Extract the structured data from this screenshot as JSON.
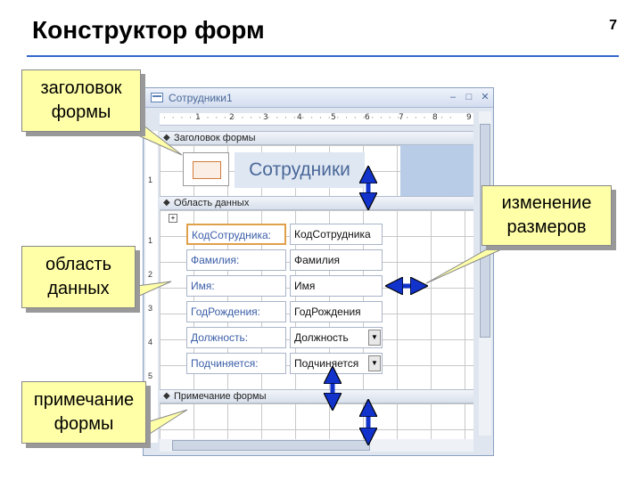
{
  "slide": {
    "title": "Конструктор форм",
    "page_number": "7"
  },
  "window": {
    "title": "Сотрудники1",
    "minimize": "–",
    "maximize": "□",
    "close": "✕"
  },
  "ruler": {
    "top_ticks": [
      "1",
      "2",
      "3",
      "4",
      "5",
      "6",
      "7",
      "8",
      "9"
    ],
    "left_ticks": [
      "1",
      "1",
      "2",
      "3",
      "4",
      "5"
    ]
  },
  "sections": {
    "header": "Заголовок формы",
    "detail": "Область данных",
    "footer": "Примечание формы"
  },
  "form_header_label": "Сотрудники",
  "fields": [
    {
      "label": "КодСотрудника:",
      "value": "КодСотрудника",
      "combo": false
    },
    {
      "label": "Фамилия:",
      "value": "Фамилия",
      "combo": false
    },
    {
      "label": "Имя:",
      "value": "Имя",
      "combo": false
    },
    {
      "label": "ГодРождения:",
      "value": "ГодРождения",
      "combo": false
    },
    {
      "label": "Должность:",
      "value": "Должность",
      "combo": true
    },
    {
      "label": "Подчиняется:",
      "value": "Подчиняется",
      "combo": true
    }
  ],
  "callouts": {
    "header": "заголовок\nформы",
    "detail": "область\nданных",
    "footer": "примечание\nформы",
    "resize": "изменение\nразмеров"
  },
  "colors": {
    "title_rule": "#3366cc",
    "callout_bg": "#ffffa8",
    "arrow": "#1133cc"
  }
}
